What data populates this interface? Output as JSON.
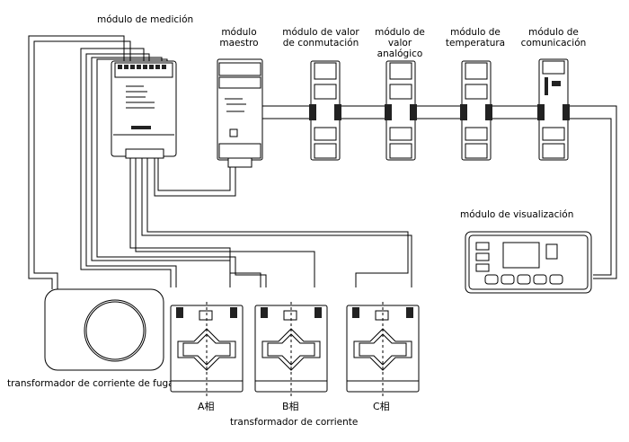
{
  "labels": {
    "measuring": "módulo de medición",
    "master": "módulo maestro",
    "switching": "módulo de valor de conmutación",
    "analog": "módulo de valor analógico",
    "temperature": "módulo de temperatura",
    "communication": "módulo de comunicación",
    "display": "módulo de visualización",
    "leakage_ct": "transformador de corriente de fuga",
    "ct": "transformador de corriente",
    "phase_a": "A相",
    "phase_b": "B相",
    "phase_c": "C相"
  }
}
